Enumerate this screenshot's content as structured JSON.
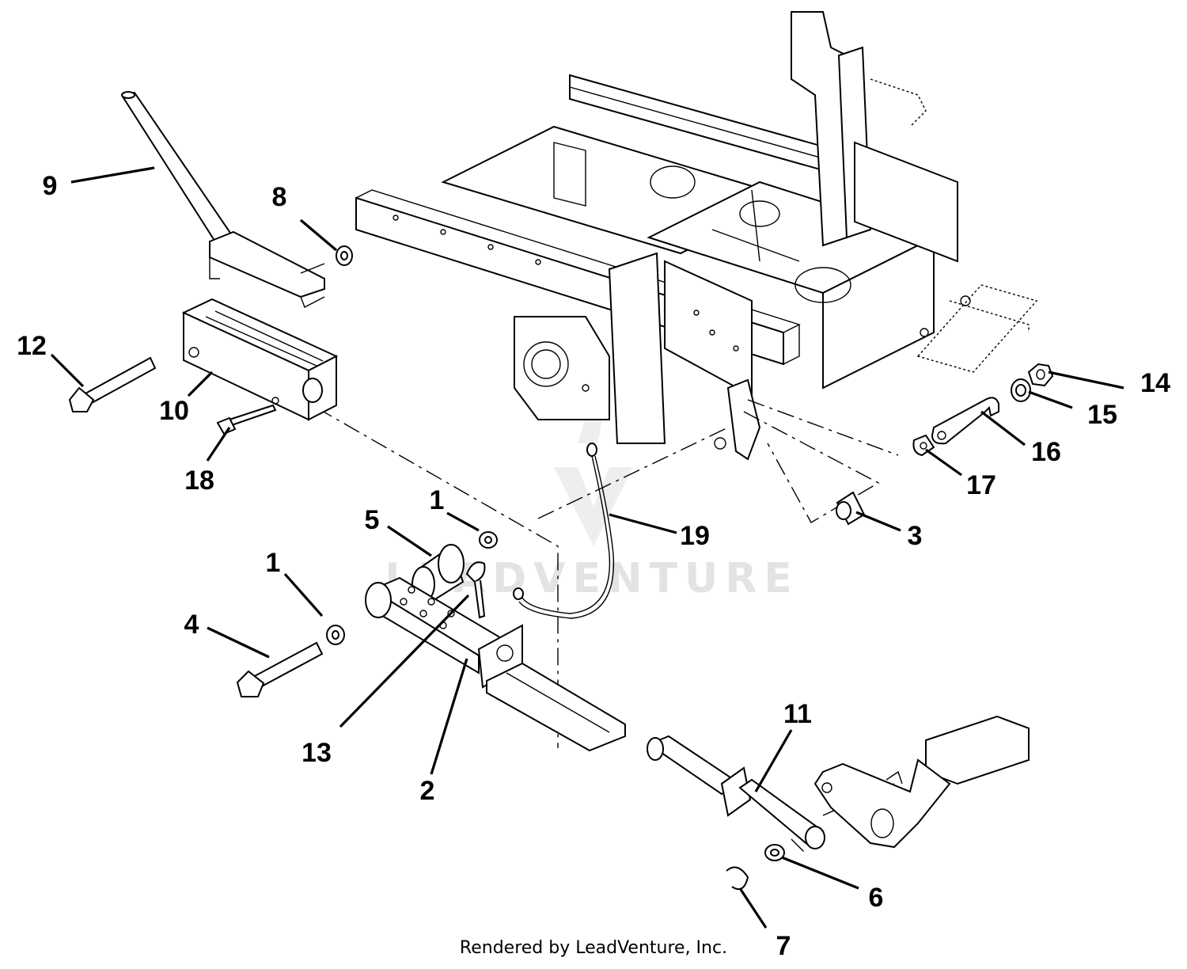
{
  "watermark": "LEADVENTURE",
  "footer_credit": "Rendered by LeadVenture, Inc.",
  "callouts": {
    "c1a": "1",
    "c1b": "1",
    "c2": "2",
    "c3": "3",
    "c4": "4",
    "c5": "5",
    "c6": "6",
    "c7": "7",
    "c8": "8",
    "c9": "9",
    "c10": "10",
    "c11": "11",
    "c12": "12",
    "c13": "13",
    "c14": "14",
    "c15": "15",
    "c16": "16",
    "c17": "17",
    "c18": "18",
    "c19": "19"
  }
}
